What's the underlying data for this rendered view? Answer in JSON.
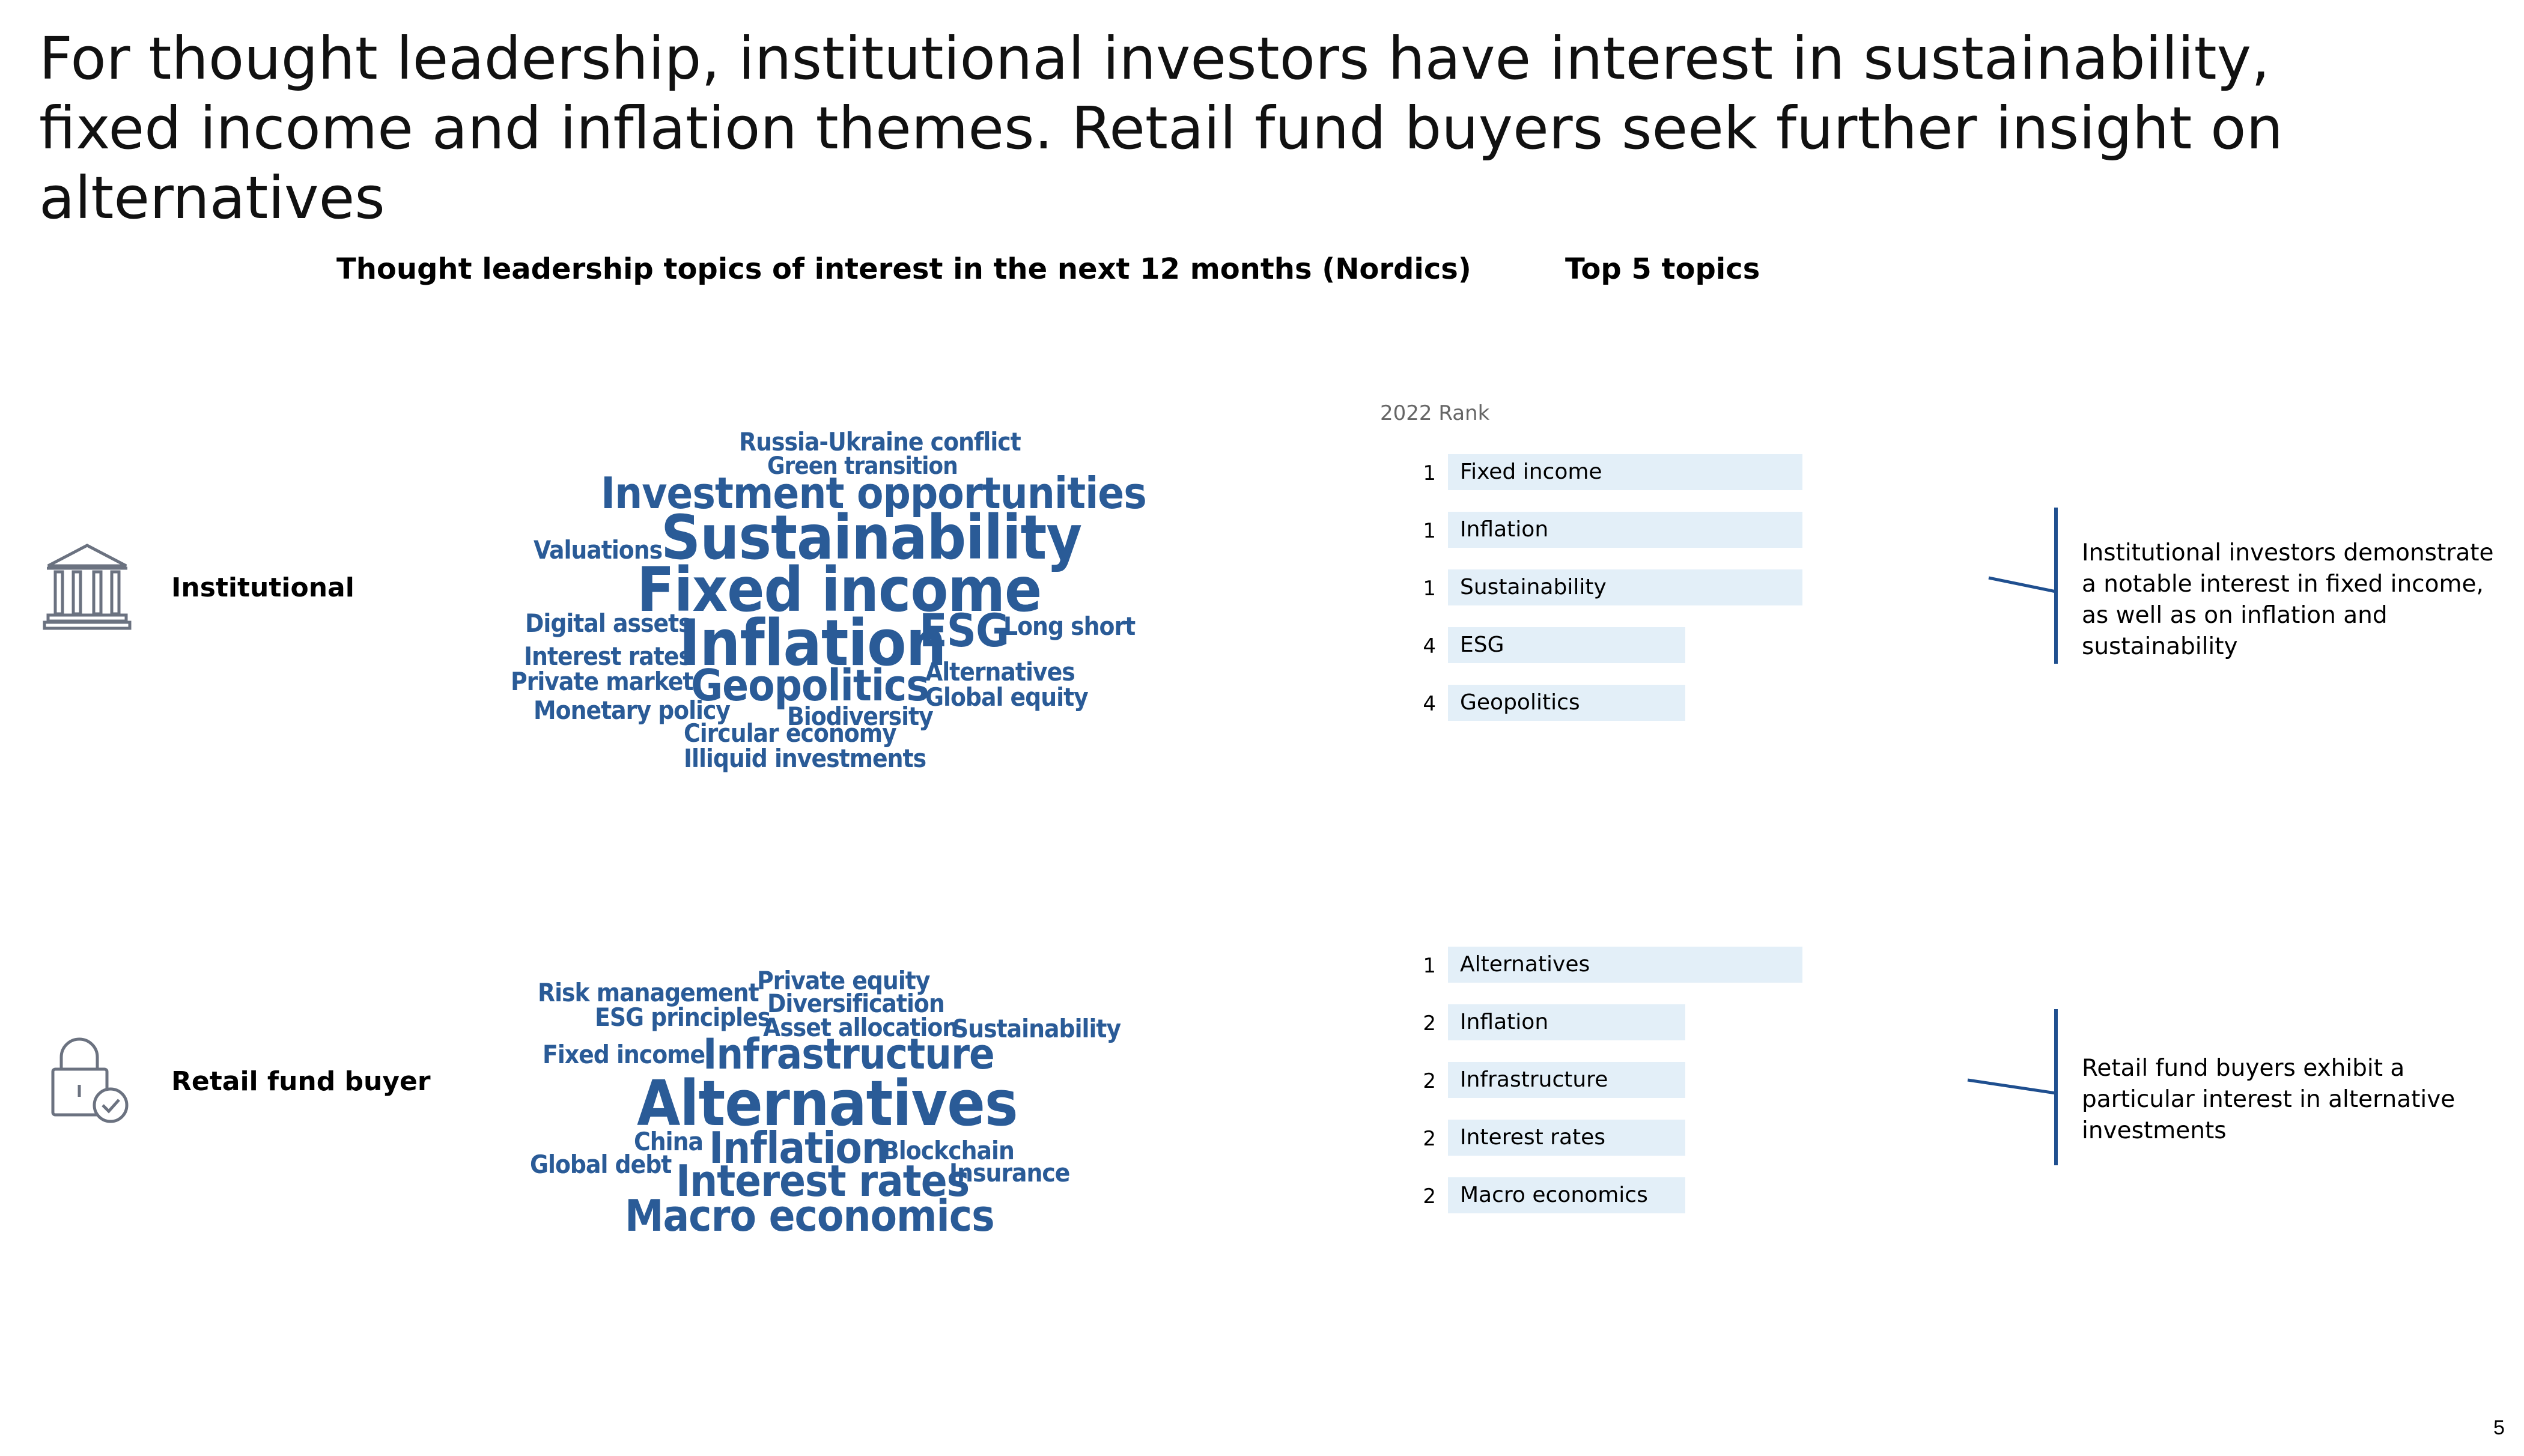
{
  "title": "For thought leadership, institutional investors have interest in sustainability, fixed income and inflation themes. Retail fund buyers seek further insight on alternatives",
  "left_heading": "Thought leadership topics of interest in the next 12 months (Nordics)",
  "right_heading": "Top 5 topics",
  "rank_header": "2022 Rank",
  "colors": {
    "word_cloud": "#2a5b97",
    "bar": "#e3eff8",
    "bracket": "#1f4f8f"
  },
  "segments": {
    "institutional": {
      "label": "Institutional",
      "icon": "bank-building-icon",
      "word_cloud": [
        "Russia-Ukraine conflict",
        "Green transition",
        "Investment opportunities",
        "Valuations",
        "Sustainability",
        "Fixed income",
        "Digital assets",
        "Inflation",
        "ESG",
        "Long short",
        "Interest rates",
        "Alternatives",
        "Private market",
        "Geopolitics",
        "Global equity",
        "Monetary policy",
        "Biodiversity",
        "Circular economy",
        "Illiquid investments"
      ],
      "top5": [
        {
          "rank": "1",
          "topic": "Fixed income",
          "value": 100
        },
        {
          "rank": "1",
          "topic": "Inflation",
          "value": 100
        },
        {
          "rank": "1",
          "topic": "Sustainability",
          "value": 100
        },
        {
          "rank": "4",
          "topic": "ESG",
          "value": 67
        },
        {
          "rank": "4",
          "topic": "Geopolitics",
          "value": 67
        }
      ],
      "note": "Institutional investors demonstrate a notable interest in fixed income, as well as on inflation and sustainability"
    },
    "retail": {
      "label": "Retail fund buyer",
      "icon": "lock-check-icon",
      "word_cloud": [
        "Risk management",
        "Private equity",
        "Diversification",
        "ESG principles",
        "Asset allocation",
        "Sustainability",
        "Fixed income",
        "Infrastructure",
        "Alternatives",
        "China",
        "Blockchain",
        "Global debt",
        "Inflation",
        "Insurance",
        "Interest rates",
        "Macro economics"
      ],
      "top5": [
        {
          "rank": "1",
          "topic": "Alternatives",
          "value": 100
        },
        {
          "rank": "2",
          "topic": "Inflation",
          "value": 67
        },
        {
          "rank": "2",
          "topic": "Infrastructure",
          "value": 67
        },
        {
          "rank": "2",
          "topic": "Interest rates",
          "value": 67
        },
        {
          "rank": "2",
          "topic": "Macro economics",
          "value": 67
        }
      ],
      "note": "Retail fund buyers exhibit a particular interest in alternative investments"
    }
  },
  "page_number": "5"
}
